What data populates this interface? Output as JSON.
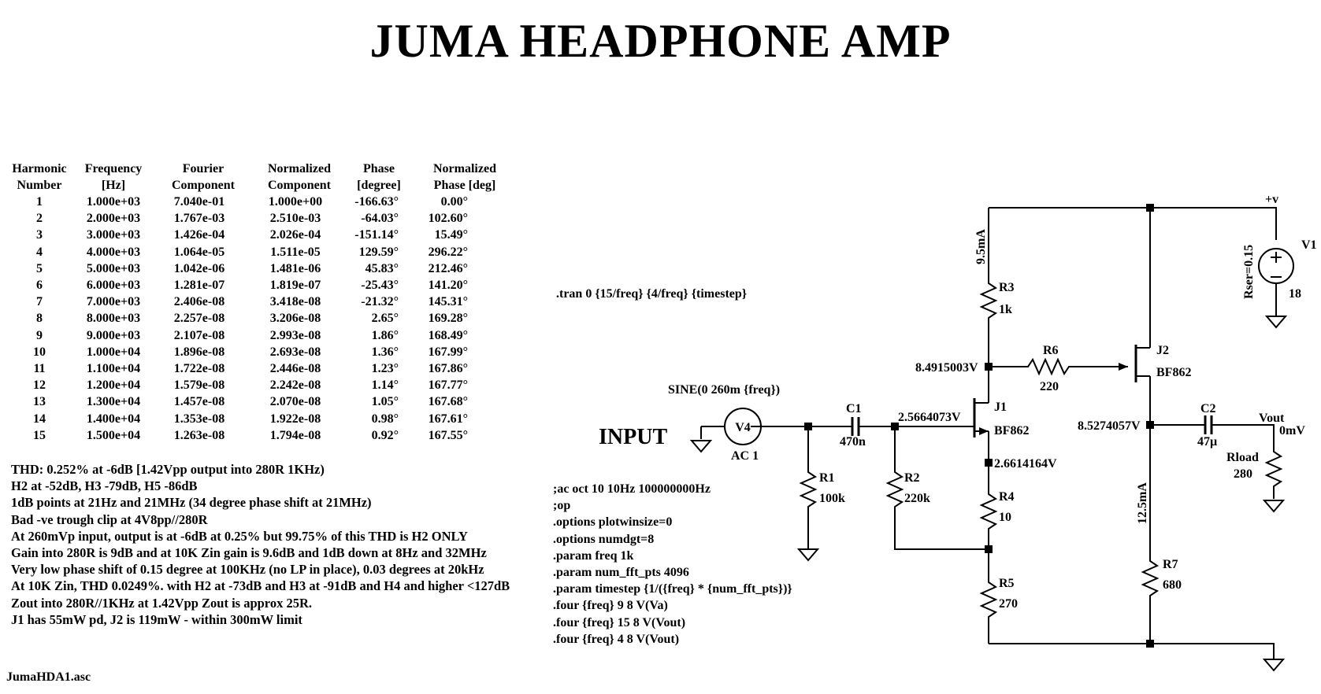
{
  "title": "JUMA HEADPHONE AMP",
  "harmonic_table": {
    "headers": [
      [
        "Harmonic",
        "Number"
      ],
      [
        "Frequency",
        "[Hz]"
      ],
      [
        "Fourier",
        "Component"
      ],
      [
        "Normalized",
        "Component"
      ],
      [
        "Phase",
        "[degree]"
      ],
      [
        "Normalized",
        "Phase [deg]"
      ]
    ],
    "rows": [
      [
        "1",
        "1.000e+03",
        "7.040e-01",
        "1.000e+00",
        "-166.63°",
        "0.00°"
      ],
      [
        "2",
        "2.000e+03",
        "1.767e-03",
        "2.510e-03",
        "-64.03°",
        "102.60°"
      ],
      [
        "3",
        "3.000e+03",
        "1.426e-04",
        "2.026e-04",
        "-151.14°",
        "15.49°"
      ],
      [
        "4",
        "4.000e+03",
        "1.064e-05",
        "1.511e-05",
        "129.59°",
        "296.22°"
      ],
      [
        "5",
        "5.000e+03",
        "1.042e-06",
        "1.481e-06",
        "45.83°",
        "212.46°"
      ],
      [
        "6",
        "6.000e+03",
        "1.281e-07",
        "1.819e-07",
        "-25.43°",
        "141.20°"
      ],
      [
        "7",
        "7.000e+03",
        "2.406e-08",
        "3.418e-08",
        "-21.32°",
        "145.31°"
      ],
      [
        "8",
        "8.000e+03",
        "2.257e-08",
        "3.206e-08",
        "2.65°",
        "169.28°"
      ],
      [
        "9",
        "9.000e+03",
        "2.107e-08",
        "2.993e-08",
        "1.86°",
        "168.49°"
      ],
      [
        "10",
        "1.000e+04",
        "1.896e-08",
        "2.693e-08",
        "1.36°",
        "167.99°"
      ],
      [
        "11",
        "1.100e+04",
        "1.722e-08",
        "2.446e-08",
        "1.23°",
        "167.86°"
      ],
      [
        "12",
        "1.200e+04",
        "1.579e-08",
        "2.242e-08",
        "1.14°",
        "167.77°"
      ],
      [
        "13",
        "1.300e+04",
        "1.457e-08",
        "2.070e-08",
        "1.05°",
        "167.68°"
      ],
      [
        "14",
        "1.400e+04",
        "1.353e-08",
        "1.922e-08",
        "0.98°",
        "167.61°"
      ],
      [
        "15",
        "1.500e+04",
        "1.263e-08",
        "1.794e-08",
        "0.92°",
        "167.55°"
      ]
    ]
  },
  "notes": [
    "THD:   0.252% at -6dB [1.42Vpp output into 280R 1KHz)",
    "H2 at -52dB, H3 -79dB,  H5 -86dB",
    "1dB points at 21Hz and 21MHz (34 degree phase shift at 21MHz)",
    "Bad -ve trough clip at 4V8pp//280R",
    "At 260mVp input, output is at -6dB at 0.25% but 99.75% of this THD is H2 ONLY",
    "Gain into 280R is 9dB and at 10K Zin gain is 9.6dB and 1dB down at 8Hz and 32MHz",
    "Very low phase shift of 0.15 degree at 100KHz (no LP in place), 0.03 degrees at 20kHz",
    "At 10K Zin, THD 0.0249%. with H2 at -73dB and H3 at -91dB and H4 and higher <127dB",
    "Zout into 280R//1KHz at 1.42Vpp Zout is approx 25R.",
    "J1 has 55mW pd, J2 is 119mW - within 300mW limit"
  ],
  "spice_directives": [
    ";ac oct 10 10Hz 100000000Hz",
    ";op",
    ".options plotwinsize=0",
    ".options numdgt=8",
    ".param freq 1k",
    ".param num_fft_pts 4096",
    ".param timestep {1/({freq} * {num_fft_pts})}",
    ".four {freq} 9 8 V(Va)",
    ".four {freq} 15 8 V(Vout)",
    ".four {freq} 4 8 V(Vout)"
  ],
  "tran_directive": ".tran 0 {15/freq} {4/freq} {timestep}",
  "filename": "JumaHDA1.asc",
  "schematic": {
    "input_label": "INPUT",
    "source_v4": {
      "name": "V4",
      "value": "SINE(0 260m {freq})",
      "ac": "AC 1"
    },
    "c1": {
      "name": "C1",
      "value": "470n"
    },
    "r1": {
      "name": "R1",
      "value": "100k"
    },
    "r2": {
      "name": "R2",
      "value": "220k"
    },
    "r3": {
      "name": "R3",
      "value": "1k"
    },
    "r4": {
      "name": "R4",
      "value": "10"
    },
    "r5": {
      "name": "R5",
      "value": "270"
    },
    "r6": {
      "name": "R6",
      "value": "220"
    },
    "r7": {
      "name": "R7",
      "value": "680"
    },
    "j1": {
      "name": "J1",
      "value": "BF862"
    },
    "j2": {
      "name": "J2",
      "value": "BF862"
    },
    "c2": {
      "name": "C2",
      "value": "47µ"
    },
    "rload": {
      "name": "Rload",
      "value": "280"
    },
    "v1": {
      "name": "V1",
      "value": "18",
      "rser": "Rser=0.15"
    },
    "supply_label": "+v",
    "vout_label": "Vout",
    "vout_value": "0mV",
    "node_gate_j1": "2.5664073V",
    "node_drain_j1": "8.4915003V",
    "node_source_j1": "2.6614164V",
    "node_source_j2": "8.5274057V",
    "current_r3": "9.5mA",
    "current_r7": "12.5mA"
  }
}
